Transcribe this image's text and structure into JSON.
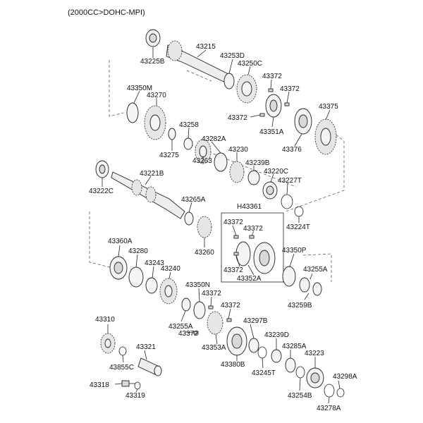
{
  "header": {
    "title": "(2000CC>DOHC-MPI)"
  },
  "labels": {
    "p43225B": "43225B",
    "p43215": "43215",
    "p43253D": "43253D",
    "p43250C": "43250C",
    "p43372a": "43372",
    "p43372b": "43372",
    "p43350M": "43350M",
    "p43270": "43270",
    "p43372c": "43372",
    "p43351A": "43351A",
    "p43375": "43375",
    "p43376": "43376",
    "p43258": "43258",
    "p43275": "43275",
    "p43282A": "43282A",
    "p43230": "43230",
    "p43263": "43263",
    "p43239B": "43239B",
    "p43220C": "43220C",
    "p43227T": "43227T",
    "p43221B": "43221B",
    "p43222C": "43222C",
    "p43265A": "43265A",
    "pH43361": "H43361",
    "p43224T": "43224T",
    "p43372d": "43372",
    "p43372e": "43372",
    "p43260": "43260",
    "p43360A": "43360A",
    "p43280": "43280",
    "p43350P": "43350P",
    "p43243": "43243",
    "p43240": "43240",
    "p43372f": "43372",
    "p43352A": "43352A",
    "p43255Aa": "43255A",
    "p43259B": "43259B",
    "p43350N": "43350N",
    "p43372g": "43372",
    "p43372h": "43372",
    "p43255Ab": "43255A",
    "p43372i": "43372",
    "p43310": "43310",
    "p43297B": "43297B",
    "p43239D": "43239D",
    "p43353A": "43353A",
    "p43321": "43321",
    "p43285A": "43285A",
    "p43223": "43223",
    "p43380B": "43380B",
    "p43855C": "43855C",
    "p43245T": "43245T",
    "p43298A": "43298A",
    "p43318": "43318",
    "p43319": "43319",
    "p43254B": "43254B",
    "p43278A": "43278A"
  }
}
